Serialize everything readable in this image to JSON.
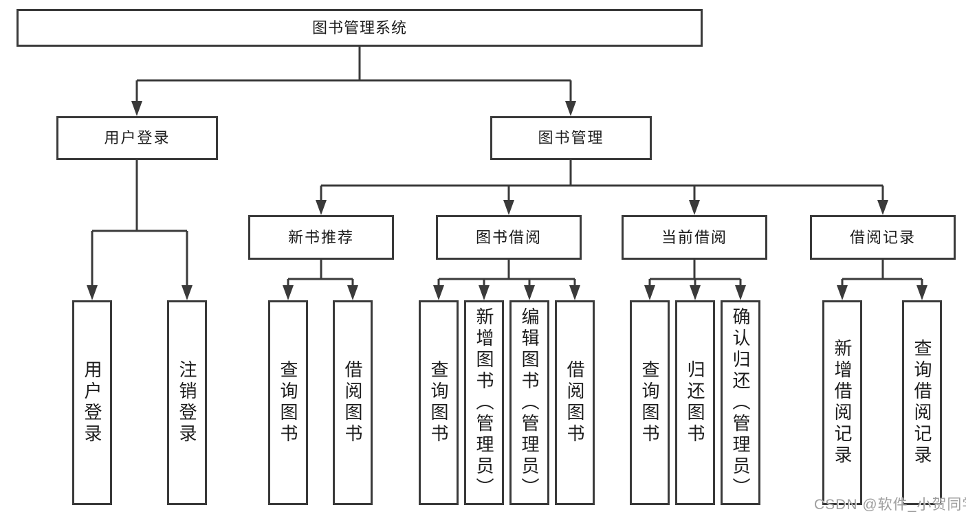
{
  "tree": {
    "root": "图书管理系统",
    "branches": [
      {
        "label": "用户登录",
        "children": [
          {
            "label": "用户登录"
          },
          {
            "label": "注销登录"
          }
        ]
      },
      {
        "label": "图书管理",
        "children": [
          {
            "label": "新书推荐",
            "children": [
              {
                "label": "查询图书"
              },
              {
                "label": "借阅图书"
              }
            ]
          },
          {
            "label": "图书借阅",
            "children": [
              {
                "label": "查询图书"
              },
              {
                "label": "新增图书（管理员）"
              },
              {
                "label": "编辑图书（管理员）"
              },
              {
                "label": "借阅图书"
              }
            ]
          },
          {
            "label": "当前借阅",
            "children": [
              {
                "label": "查询图书"
              },
              {
                "label": "归还图书"
              },
              {
                "label": "确认归还（管理员）"
              }
            ]
          },
          {
            "label": "借阅记录",
            "children": [
              {
                "label": "新增借阅记录"
              },
              {
                "label": "查询借阅记录"
              }
            ]
          }
        ]
      }
    ]
  },
  "watermark": {
    "text": "CSDN @软件_小贺同学"
  },
  "colors": {
    "line": "#3a3a3a",
    "text": "#1c1c1c",
    "watermark": "#9e9e9e",
    "background": "#ffffff"
  }
}
